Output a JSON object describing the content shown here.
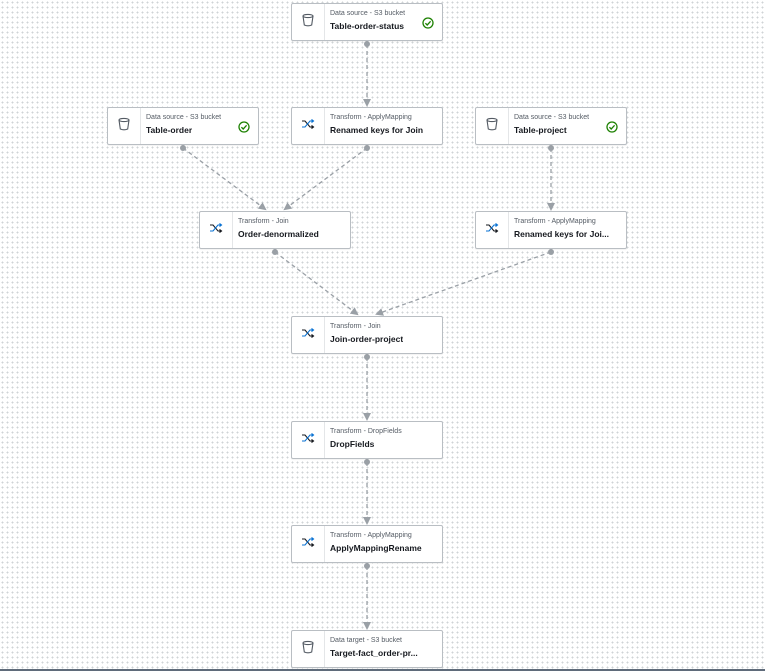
{
  "nodes": [
    {
      "id": "order_status",
      "kind": "Data source - S3 bucket",
      "title": "Table-order-status",
      "icon": "bucket-icon",
      "status": "check-icon"
    },
    {
      "id": "table_order",
      "kind": "Data source - S3 bucket",
      "title": "Table-order",
      "icon": "bucket-icon",
      "status": "check-icon"
    },
    {
      "id": "renamed_join",
      "kind": "Transform - ApplyMapping",
      "title": "Renamed keys for Join",
      "icon": "shuffle-icon",
      "status": null
    },
    {
      "id": "table_project",
      "kind": "Data source - S3 bucket",
      "title": "Table-project",
      "icon": "bucket-icon",
      "status": "check-icon"
    },
    {
      "id": "order_denorm",
      "kind": "Transform - Join",
      "title": "Order-denormalized",
      "icon": "shuffle-icon",
      "status": null
    },
    {
      "id": "renamed_join2",
      "kind": "Transform - ApplyMapping",
      "title": "Renamed keys for Joi...",
      "icon": "shuffle-icon",
      "status": null
    },
    {
      "id": "join_order_project",
      "kind": "Transform - Join",
      "title": "Join-order-project",
      "icon": "shuffle-icon",
      "status": null
    },
    {
      "id": "drop_fields",
      "kind": "Transform - DropFields",
      "title": "DropFields",
      "icon": "shuffle-icon",
      "status": null
    },
    {
      "id": "apply_mapping_rename",
      "kind": "Transform - ApplyMapping",
      "title": "ApplyMappingRename",
      "icon": "shuffle-icon",
      "status": null
    },
    {
      "id": "target_fact",
      "kind": "Data target - S3 bucket",
      "title": "Target-fact_order-pr...",
      "icon": "bucket-icon",
      "status": null
    }
  ],
  "edges": [
    {
      "from": "order_status",
      "to": "renamed_join"
    },
    {
      "from": "table_order",
      "to": "order_denorm"
    },
    {
      "from": "renamed_join",
      "to": "order_denorm"
    },
    {
      "from": "table_project",
      "to": "renamed_join2"
    },
    {
      "from": "order_denorm",
      "to": "join_order_project"
    },
    {
      "from": "renamed_join2",
      "to": "join_order_project"
    },
    {
      "from": "join_order_project",
      "to": "drop_fields"
    },
    {
      "from": "drop_fields",
      "to": "apply_mapping_rename"
    },
    {
      "from": "apply_mapping_rename",
      "to": "target_fact"
    }
  ],
  "colors": {
    "edge": "#9aa0a6",
    "check": "#1d8102",
    "shuffle": "#0972d3",
    "bucket": "#545b64"
  }
}
